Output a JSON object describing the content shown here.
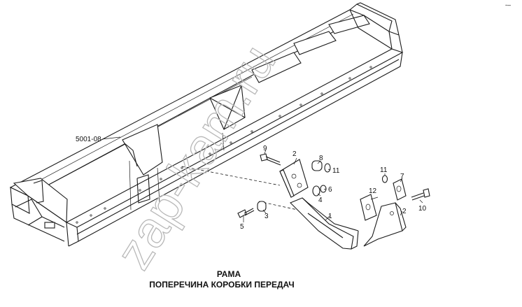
{
  "drawing_number": "5001-08",
  "title": {
    "line1": "РАМА",
    "line2": "ПОПЕРЕЧИНА КОРОБКИ ПЕРЕДАЧ"
  },
  "callouts": [
    "1",
    "2",
    "3",
    "4",
    "5",
    "6",
    "8",
    "9",
    "11",
    "11",
    "7",
    "12",
    "2",
    "10"
  ],
  "watermark": "zap-kam.ru",
  "corner_mark": "-–",
  "colors": {
    "line": "#1a1a1a",
    "background": "#ffffff",
    "watermark": "#b8b8b8"
  }
}
